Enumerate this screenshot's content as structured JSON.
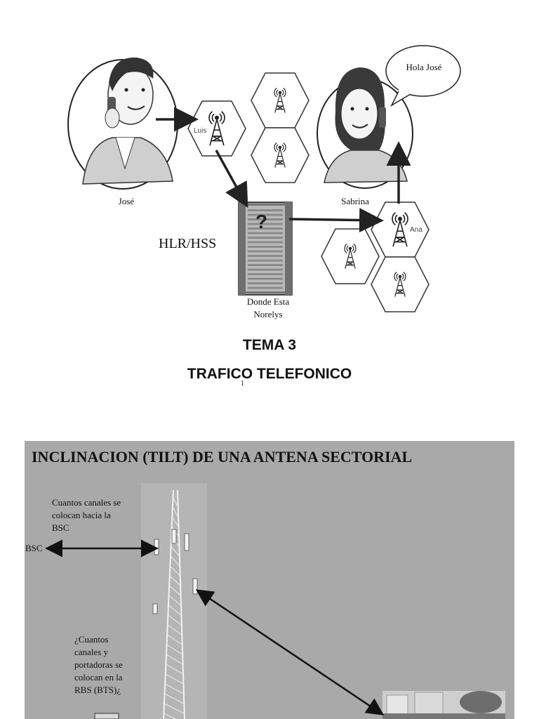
{
  "slide1": {
    "people": {
      "left_name": "José",
      "right_name": "Sabrina"
    },
    "speech_bubble": "Hola José",
    "cells": {
      "left_main_label": "Luis",
      "right_main_label": "Ana"
    },
    "hlr_label": "HLR/HSS",
    "server_question": "?",
    "server_caption_line1": "Donde Esta",
    "server_caption_line2": "Norelys",
    "tema": "TEMA 3",
    "subtitle": "TRAFICO TELEFONICO",
    "page_number": "1"
  },
  "slide2": {
    "title": "INCLINACION (TILT) DE UNA ANTENA SECTORIAL",
    "note_top_line1": "Cuantos canales se",
    "note_top_line2": "colocan hacia la",
    "note_top_line3": "BSC",
    "bsc_label": "BSC",
    "note_mid_line1": "¿Cuantos",
    "note_mid_line2": "canales y",
    "note_mid_line3": "portadoras se",
    "note_mid_line4": "colocan en la",
    "note_mid_line5": "RBS (BTS)¿"
  },
  "colors": {
    "slide2_background": "#a9a9a9",
    "ink": "#111111"
  }
}
